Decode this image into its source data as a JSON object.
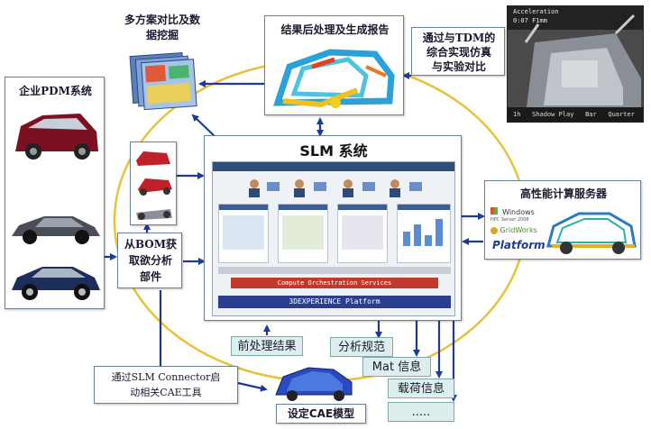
{
  "nodes": {
    "multi_scheme": "多方案对比及数\n据挖掘",
    "post_report": "结果后处理及生成报告",
    "tdm_compare": "通过与TDM的\n综合实现仿真\n与实验对比",
    "pdm": "企业PDM系统",
    "slm_title": "SLM 系统",
    "hpc": "高性能计算服务器",
    "bom": "从BOM获\n取欲分析\n部件",
    "preproc": "前处理结果",
    "spec": "分析规范",
    "mat": "Mat 信息",
    "load": "载荷信息",
    "more": ".....",
    "connector": "通过SLM Connector启\n动相关CAE工具",
    "cae_model": "设定CAE模型"
  },
  "slm_screen": {
    "banner": "Compute Orchestration Services",
    "platform_bar": "3DEXPERIENCE Platform"
  },
  "hpc_logos": {
    "windows_line1": "Windows",
    "windows_line2": "HPC Server 2008",
    "gridworks": "GridWorks",
    "platform": "Platform"
  },
  "crash_photo": {
    "top_line1": "Acceleration",
    "top_line2": "0:07 F1mm",
    "bottom": "1h   Shadow Play   Bar   Quarter"
  },
  "colors": {
    "arrow": "#1f3a93",
    "orbit": "#e8c23a",
    "teal_box": "#dcefee",
    "slm_red": "#c0392b",
    "slm_blue": "#2c3e8f"
  }
}
